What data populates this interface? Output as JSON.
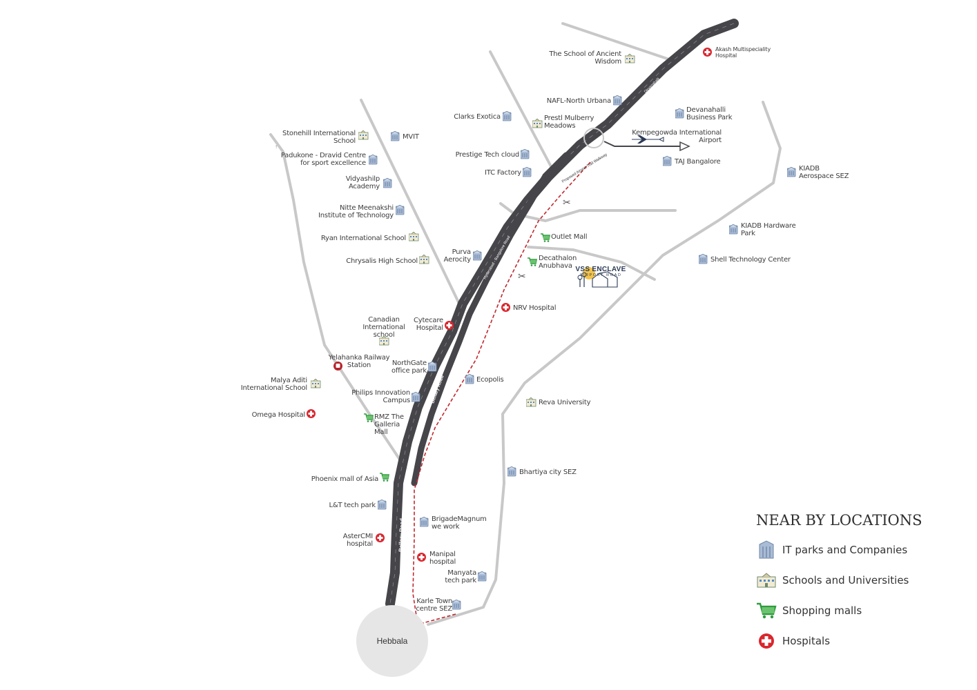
{
  "legend": {
    "title": "NEAR BY LOCATIONS",
    "items": [
      {
        "icon": "building-icon",
        "label": "IT parks and Companies"
      },
      {
        "icon": "school-icon",
        "label": "Schools and Universities"
      },
      {
        "icon": "cart-icon",
        "label": "Shopping malls"
      },
      {
        "icon": "hospital-icon",
        "label": "Hospitals"
      }
    ]
  },
  "project": {
    "name": "VSS ENCLAVE",
    "sub": "AIRPORT ROAD"
  },
  "hub": "Hebbala",
  "roads": {
    "bellary_lower": "Bellary Road",
    "bellary_mid": "Bellary Road",
    "hyderabad": "Hyderabad - Bangalore Road",
    "devanahalli": "Devanahalli",
    "airport_trail": "Proposed Airport Trail Walkway"
  },
  "places": {
    "akash": "Akash Multispeciality Hospital",
    "ancient": "The School of Ancient Wisdom",
    "nafl": "NAFL-North Urbana",
    "devpark": "Devanahalli Business Park",
    "clarks": "Clarks Exotica",
    "mulberry": "Prestl Mulberry Meadows",
    "kia": "Kempegowda International Airport",
    "taj": "TAJ Bangalore",
    "stonehill": "Stonehill International School",
    "mvit": "MVIT",
    "padukone": "Padukone - Dravid Centre for sport excellence",
    "prestige": "Prestige Tech cloud",
    "itc": "ITC Factory",
    "kiadb_aero": "KIADB Aerospace SEZ",
    "vidyashilp": "Vidyashilp Academy",
    "nitte": "Nitte Meenakshi Institute of Technology",
    "kiadb_hw": "KIADB Hardware Park",
    "ryan": "Ryan International School",
    "outlet": "Outlet Mall",
    "shell": "Shell Technology Center",
    "purva": "Purva Aerocity",
    "chrysalis": "Chrysalis High School",
    "decathlon": "Decathalon Anubhava",
    "nrv": "NRV Hospital",
    "canadian": "Canadian International school",
    "cytecare": "Cytecare Hospital",
    "yelahanka": "Yelahanka Railway Station",
    "northgate": "NorthGate office park",
    "ecopolis": "Ecopolis",
    "malya": "Malya Aditi International School",
    "philips": "Philips Innovation Campus",
    "reva": "Reva University",
    "omega": "Omega Hospital",
    "rmz": "RMZ The Galleria Mall",
    "bhartiya": "Bhartiya city SEZ",
    "phoenix": "Phoenix mall of Asia",
    "lt": "L&T tech park",
    "brigade": "BrigadeMagnum we work",
    "aster": "AsterCMI hospital",
    "manipal": "Manipal hospital",
    "manyata": "Manyata tech park",
    "karle": "Karle Town centre SEZ"
  },
  "colors": {
    "highway": "#45454a",
    "road": "#c8c8c8",
    "trail": "#c0272d",
    "hospital": "#d9262e",
    "mall": "#2e9b3e",
    "building": "#8aa3c2",
    "school": "#6d8a6a",
    "hub": "#e6e6e6"
  }
}
